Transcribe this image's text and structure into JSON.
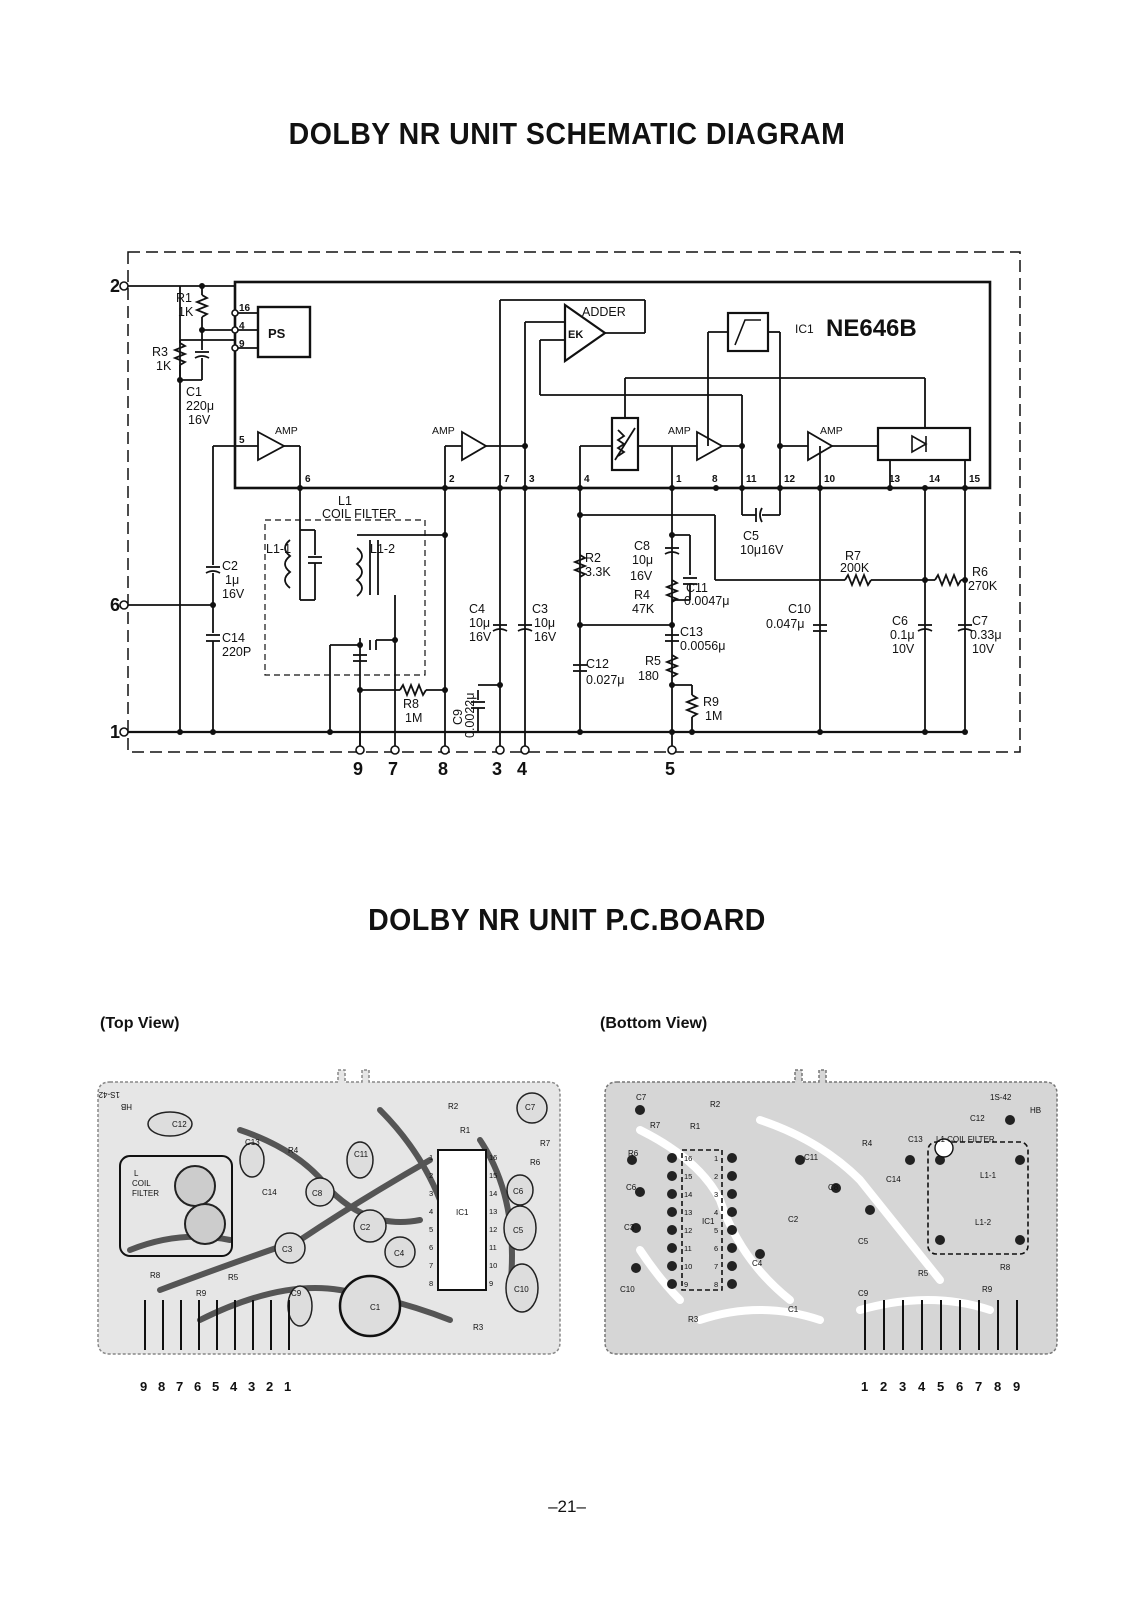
{
  "titles": {
    "schematic": "DOLBY NR UNIT SCHEMATIC DIAGRAM",
    "pcboard": "DOLBY NR UNIT P.C.BOARD"
  },
  "views": {
    "top": "(Top View)",
    "bottom": "(Bottom View)"
  },
  "page_number": "–21–",
  "ic": {
    "prefix": "IC1",
    "name": "NE646B"
  },
  "blocks": {
    "ps": "PS",
    "ek": "EK",
    "adder": "ADDER",
    "amp": "AMP"
  },
  "ic_pins": [
    "16",
    "4",
    "9",
    "5",
    "6",
    "2",
    "7",
    "3",
    "4",
    "1",
    "8",
    "11",
    "12",
    "10",
    "13",
    "14",
    "15"
  ],
  "terminals": {
    "left": [
      "2",
      "6",
      "1"
    ],
    "bottom": [
      "9",
      "7",
      "8",
      "3",
      "4",
      "5"
    ]
  },
  "components": {
    "r1": [
      "R1",
      "1K"
    ],
    "r3": [
      "R3",
      "1K"
    ],
    "c1": [
      "C1",
      "220μ",
      "16V"
    ],
    "c2": [
      "C2",
      "1μ",
      "16V"
    ],
    "c14": [
      "C14",
      "220P"
    ],
    "l1": [
      "L1",
      "COIL FILTER"
    ],
    "l1_1": "L1-1",
    "l1_2": "L1-2",
    "r8": [
      "R8",
      "1M"
    ],
    "c9": [
      "C9",
      "0.0022μ"
    ],
    "c4": [
      "C4",
      "10μ",
      "16V"
    ],
    "c3": [
      "C3",
      "10μ",
      "16V"
    ],
    "r2": [
      "R2",
      "3.3K"
    ],
    "c12": [
      "C12",
      "0.027μ"
    ],
    "c8": [
      "C8",
      "10μ",
      "16V"
    ],
    "c11": [
      "C11",
      "0.0047μ"
    ],
    "r4": [
      "R4",
      "47K"
    ],
    "c13": [
      "C13",
      "0.0056μ"
    ],
    "r5": [
      "R5",
      "180"
    ],
    "r9": [
      "R9",
      "1M"
    ],
    "c5": [
      "C5",
      "10μ16V"
    ],
    "r7": [
      "R7",
      "200K"
    ],
    "c10": [
      "C10",
      "0.047μ"
    ],
    "r6": [
      "R6",
      "270K"
    ],
    "c6": [
      "C6",
      "0.1μ",
      "10V"
    ],
    "c7": [
      "C7",
      "0.33μ",
      "10V"
    ]
  },
  "pcb_top": {
    "labels": [
      "C12",
      "C13",
      "R4",
      "C11",
      "C8",
      "R2",
      "R1",
      "C7",
      "R7",
      "R6",
      "C6",
      "C5",
      "C2",
      "C3",
      "C4",
      "C14",
      "C9",
      "C1",
      "C10",
      "R8",
      "R9",
      "R5",
      "R3",
      "IC1",
      "L",
      "COIL",
      "FILTER",
      "1S-42",
      "HB"
    ],
    "ic_pins_left": [
      "1",
      "2",
      "3",
      "4",
      "5",
      "6",
      "7",
      "8"
    ],
    "ic_pins_right": [
      "16",
      "15",
      "14",
      "13",
      "12",
      "11",
      "10",
      "9"
    ],
    "terminals": [
      "9",
      "8",
      "7",
      "6",
      "5",
      "4",
      "3",
      "2",
      "1"
    ]
  },
  "pcb_bottom": {
    "labels": [
      "C7",
      "R7",
      "R2",
      "R1",
      "R6",
      "C6",
      "C11",
      "C8",
      "R4",
      "C13",
      "C12",
      "L1 COIL FILTER",
      "L1-1",
      "L1-2",
      "C14",
      "C2",
      "C4",
      "C3",
      "C5",
      "IC1",
      "C10",
      "R3",
      "C1",
      "C9",
      "R5",
      "R9",
      "R8",
      "1S-42",
      "HB"
    ],
    "ic_pins_left": [
      "16",
      "15",
      "14",
      "13",
      "12",
      "11",
      "10",
      "9"
    ],
    "ic_pins_right": [
      "1",
      "2",
      "3",
      "4",
      "5",
      "6",
      "7",
      "8"
    ],
    "terminals": [
      "1",
      "2",
      "3",
      "4",
      "5",
      "6",
      "7",
      "8",
      "9"
    ]
  }
}
